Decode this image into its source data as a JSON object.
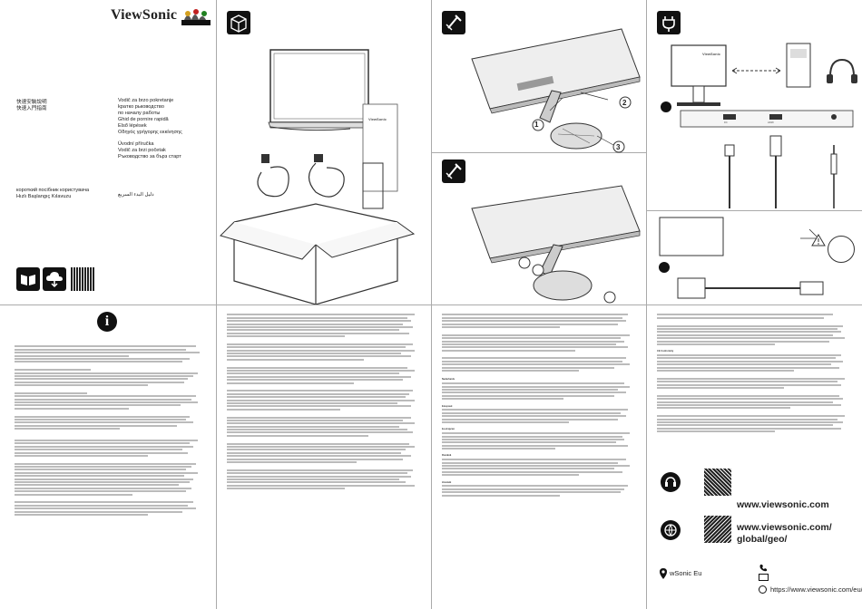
{
  "brand": {
    "name": "ViewSonic",
    "trademark": "®"
  },
  "titles_cjk": [
    "快速安裝說明",
    "快速入門指南"
  ],
  "titles_left": [
    "короткий посібник користувача",
    "Hızlı Başlangıç Kılavuzu"
  ],
  "titles_right": [
    "Vodič za brzo pokretanje",
    "kpaтко рьководство",
    "по началу работы",
    "Ghid de pornire rapidă",
    "Első lépések",
    "Οδηγός γρήγορης εκκίνησης",
    "Úvodní příručka",
    "Vodič za brzi početak",
    "Ръководство за бърз старт"
  ],
  "title_arabic": "دليل البدء السريع",
  "box_labels": {
    "monitor_logo": "ViewSonic"
  },
  "callouts": {
    "step1": "1",
    "step2": "2",
    "step3": "3"
  },
  "ports": {
    "port_dc": "DC",
    "port_hdmi": "HDMI",
    "monitor_logo": "ViewSonic"
  },
  "websites": {
    "primary": "www.viewsonic.com",
    "secondary_line1": "www.viewsonic.com/",
    "secondary_line2": "global/geo/",
    "social_handle": "wSonic Eu",
    "social_url": "https://www.viewsonic.com/eu/"
  },
  "section_heads": {
    "ce": "CE Conformity",
    "nl": "Nederlands",
    "gr": "Ελληνικά",
    "bg": "Български",
    "ro": "Română",
    "hr": "Hrvatski",
    "cz": "Čeština"
  },
  "icons": [
    "box-icon",
    "screwdriverless-icon",
    "power-plug-icon",
    "info-icon",
    "headset-support-icon",
    "globe-box-icon",
    "location-icon",
    "phone-icon",
    "mail-icon",
    "globe-icon",
    "warning-icon",
    "power-button-icon",
    "book-icon",
    "cloud-download-icon"
  ]
}
